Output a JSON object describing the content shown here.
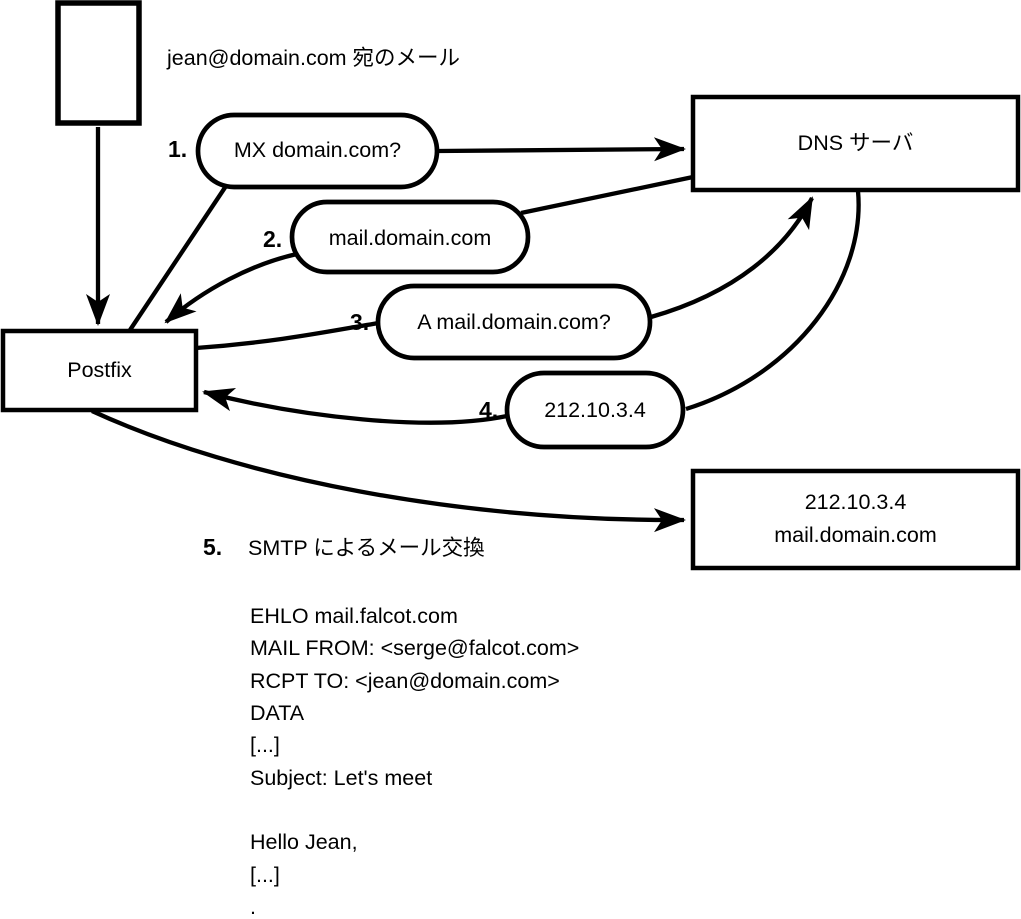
{
  "diagram": {
    "note": "jean@domain.com 宛のメール",
    "nodes": {
      "dns": {
        "label": "DNS サーバ"
      },
      "postfix": {
        "label": "Postfix"
      },
      "mail_server": {
        "ip": "212.10.3.4",
        "hostname": "mail.domain.com"
      }
    },
    "steps": [
      {
        "num": "1.",
        "label": "MX domain.com?"
      },
      {
        "num": "2.",
        "label": "mail.domain.com"
      },
      {
        "num": "3.",
        "label": "A mail.domain.com?"
      },
      {
        "num": "4.",
        "label": "212.10.3.4"
      },
      {
        "num": "5.",
        "label": "SMTP によるメール交換"
      }
    ],
    "smtp_session": [
      "EHLO mail.falcot.com",
      "MAIL FROM: <serge@falcot.com>",
      "RCPT TO: <jean@domain.com>",
      "DATA",
      "[...]",
      "Subject: Let's meet",
      "",
      "Hello Jean,",
      "[...]",
      "."
    ]
  }
}
